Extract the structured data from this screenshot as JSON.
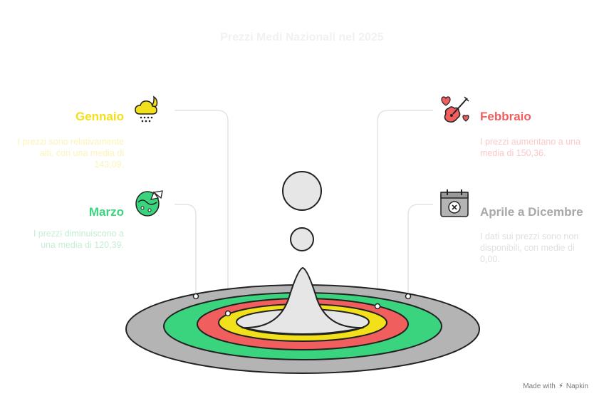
{
  "title": "Prezzi Medi Nazionali nel 2025",
  "colors": {
    "gennaio": "#f2e01a",
    "febbraio": "#f15e5e",
    "marzo": "#3bd47e",
    "aprile": "#b4b4b4",
    "drop": "#e6e6e6"
  },
  "sections": {
    "gennaio": {
      "label": "Gennaio",
      "desc": "I prezzi sono relativamente alti, con una media di 143,09.",
      "icon": "weather-night-snow-icon"
    },
    "febbraio": {
      "label": "Febbraio",
      "desc": "I prezzi aumentano a una media di 150,36.",
      "icon": "violin-hearts-icon"
    },
    "marzo": {
      "label": "Marzo",
      "desc": "I prezzi diminuiscono a una media di 120,39.",
      "icon": "easter-egg-icon"
    },
    "aprile": {
      "label": "Aprile a Dicembre",
      "desc": "I dati sui prezzi sono non disponibili, con medie di 0,00.",
      "icon": "calendar-x-icon"
    }
  },
  "footer": {
    "made_with": "Made with",
    "brand": "Napkin"
  }
}
